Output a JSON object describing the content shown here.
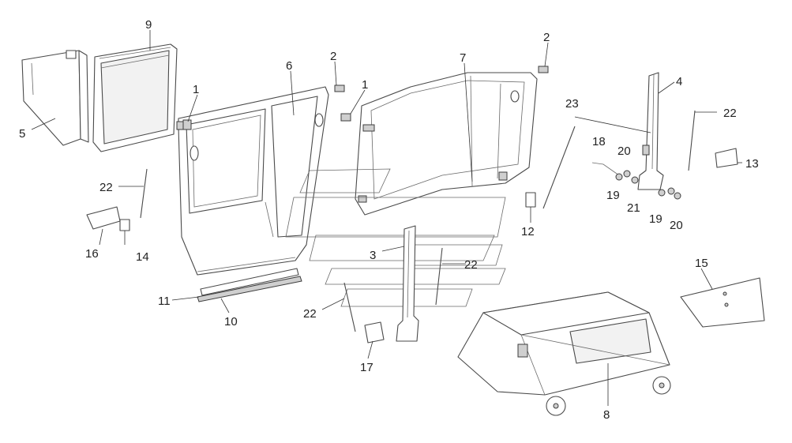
{
  "callouts": {
    "c1a": "1",
    "c1b": "1",
    "c2a": "2",
    "c2b": "2",
    "c3": "3",
    "c4": "4",
    "c5": "5",
    "c6": "6",
    "c7": "7",
    "c8": "8",
    "c9": "9",
    "c10": "10",
    "c11": "11",
    "c12": "12",
    "c13": "13",
    "c14": "14",
    "c15": "15",
    "c16": "16",
    "c17": "17",
    "c18": "18",
    "c19a": "19",
    "c19b": "19",
    "c20a": "20",
    "c20b": "20",
    "c21": "21",
    "c22a": "22",
    "c22b": "22",
    "c22c": "22",
    "c22d": "22",
    "c23": "23"
  }
}
